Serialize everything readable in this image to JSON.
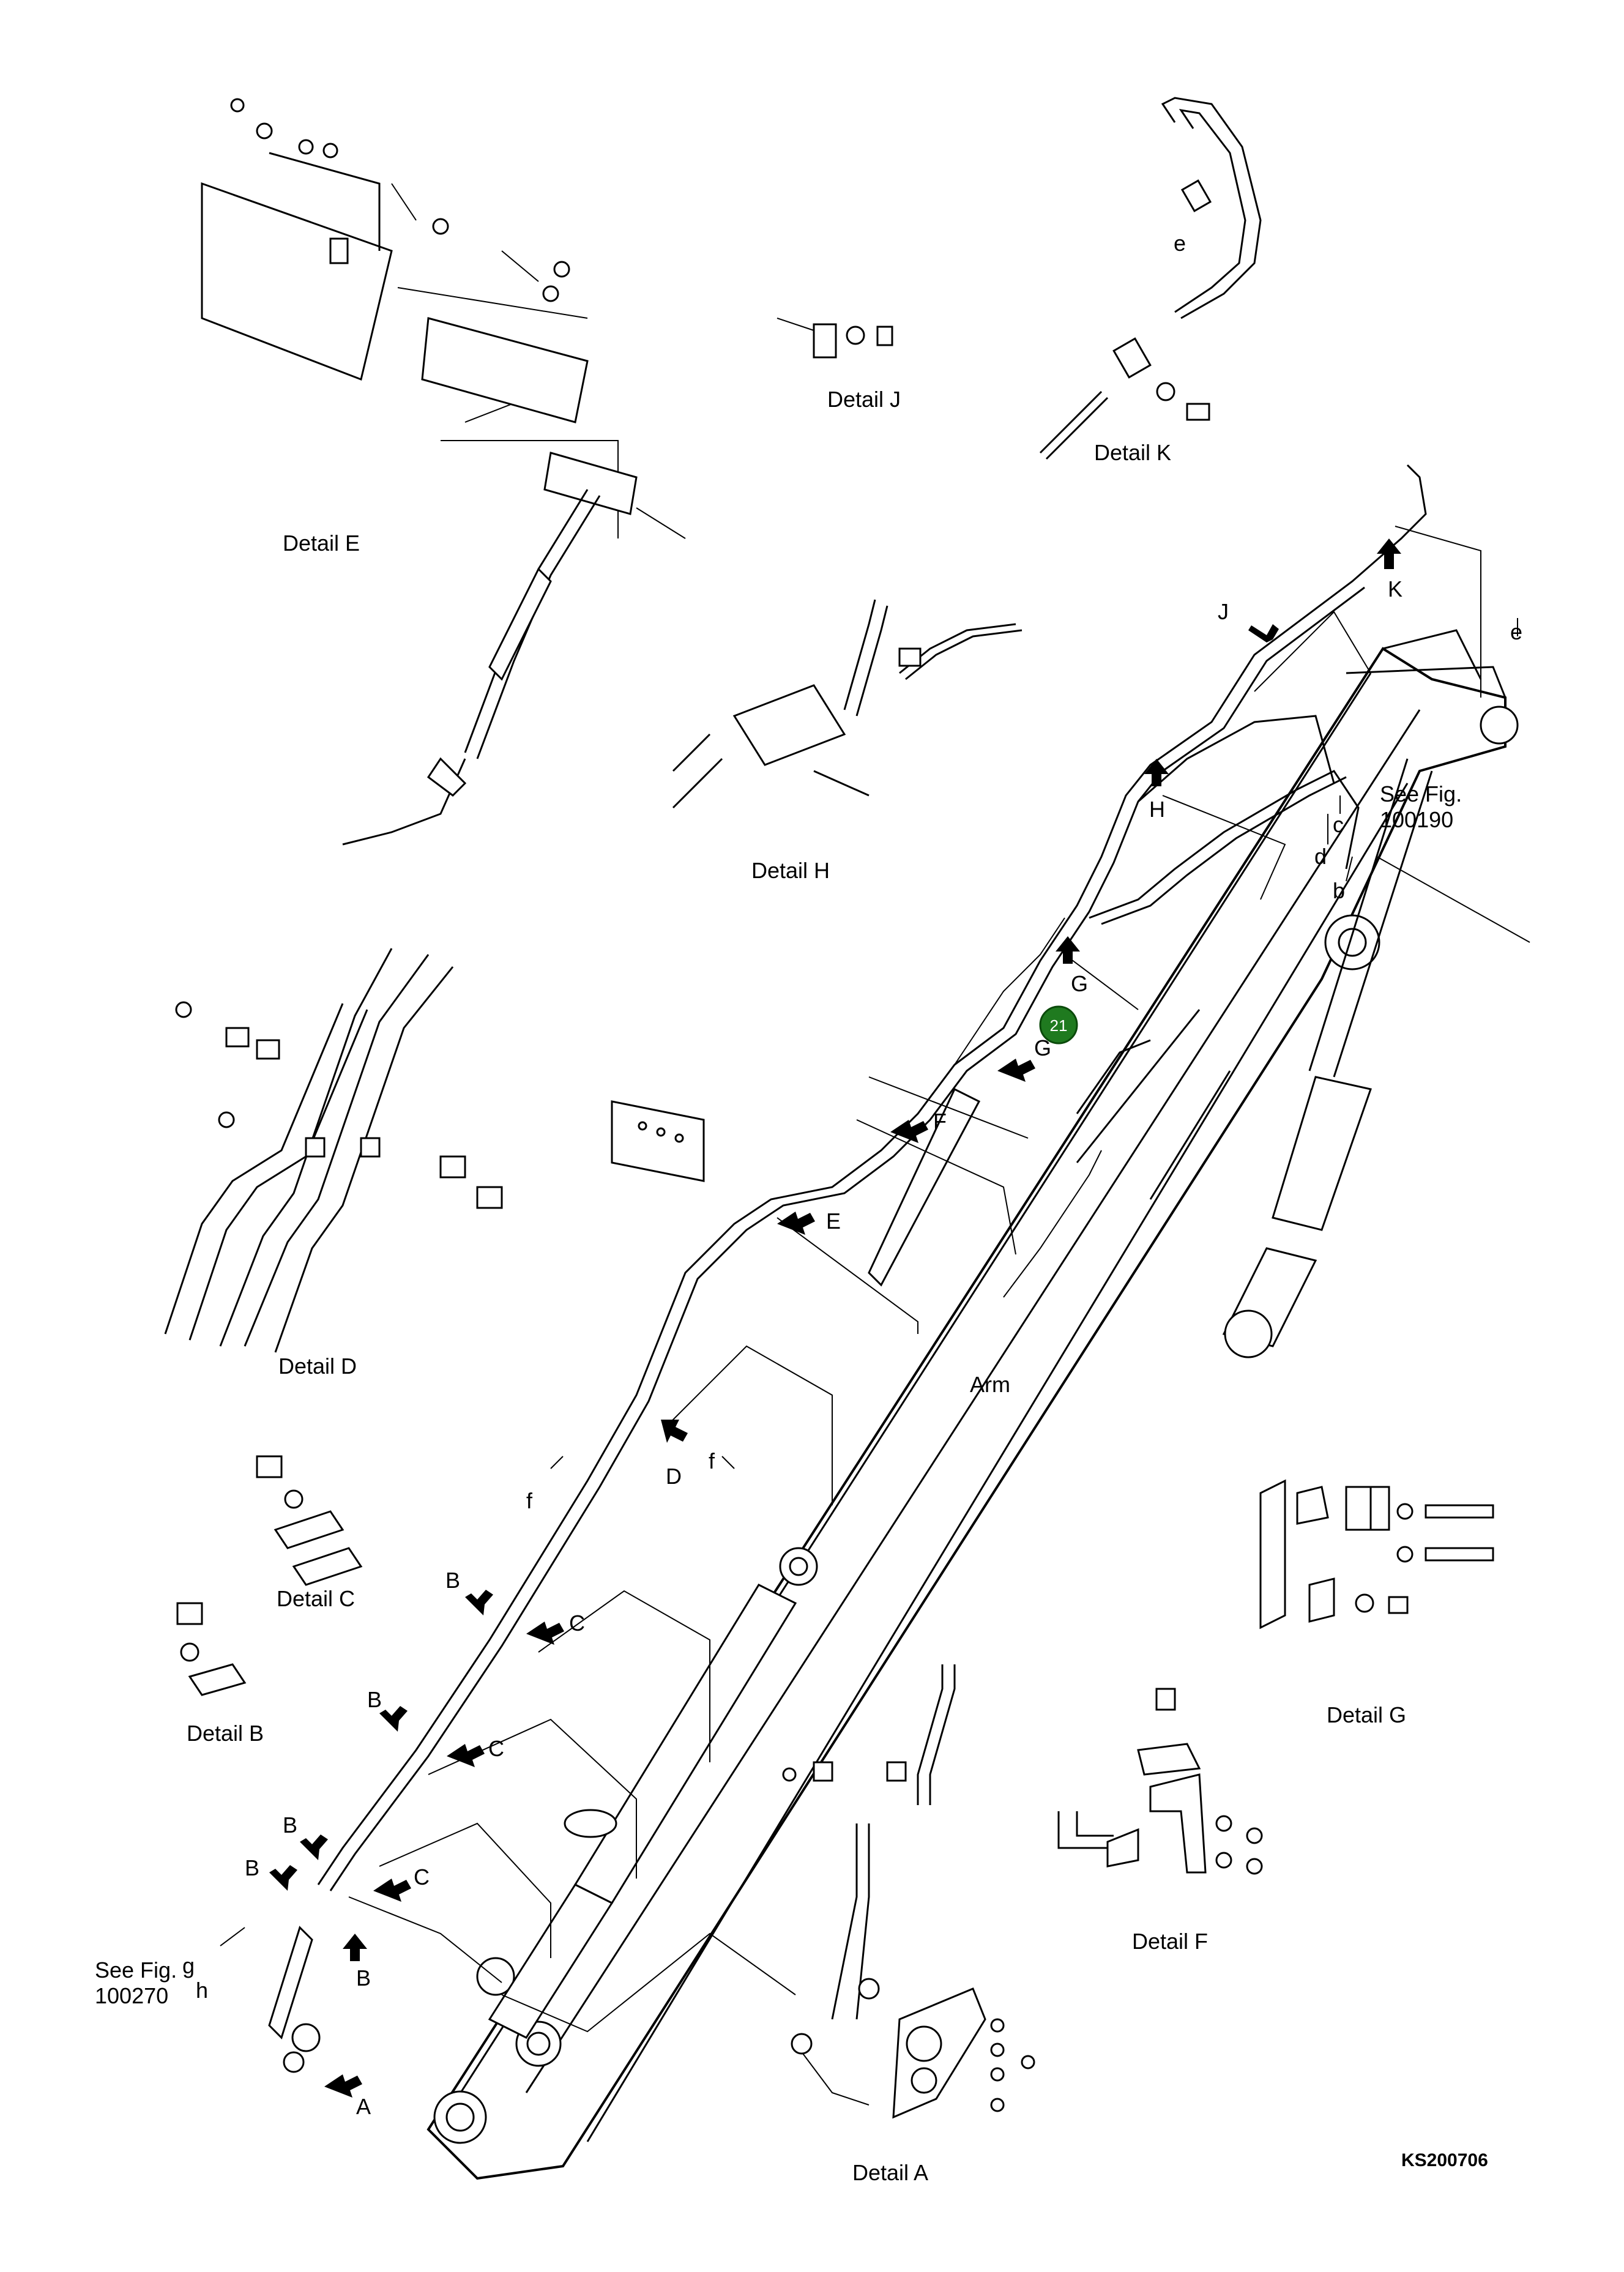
{
  "figure": {
    "code": "KS200706",
    "marker": "21",
    "marker_color": "#1f7a1f"
  },
  "labels": {
    "detail_a": "Detail A",
    "detail_b": "Detail B",
    "detail_c": "Detail C",
    "detail_d": "Detail D",
    "detail_e": "Detail E",
    "detail_f": "Detail F",
    "detail_g": "Detail G",
    "detail_h": "Detail H",
    "detail_j": "Detail J",
    "detail_k": "Detail K",
    "arm": "Arm",
    "see_fig_top_1": "See Fig.",
    "see_fig_top_2": "100190",
    "see_fig_bottom_1": "See Fig.",
    "see_fig_bottom_2": "100270"
  },
  "callouts": {
    "A": "A",
    "B": "B",
    "C": "C",
    "D": "D",
    "E": "E",
    "F": "F",
    "G": "G",
    "H": "H",
    "J": "J",
    "K": "K"
  },
  "connectors": {
    "b": "b",
    "c": "c",
    "d": "d",
    "e": "e",
    "f": "f",
    "g": "g",
    "h": "h"
  }
}
